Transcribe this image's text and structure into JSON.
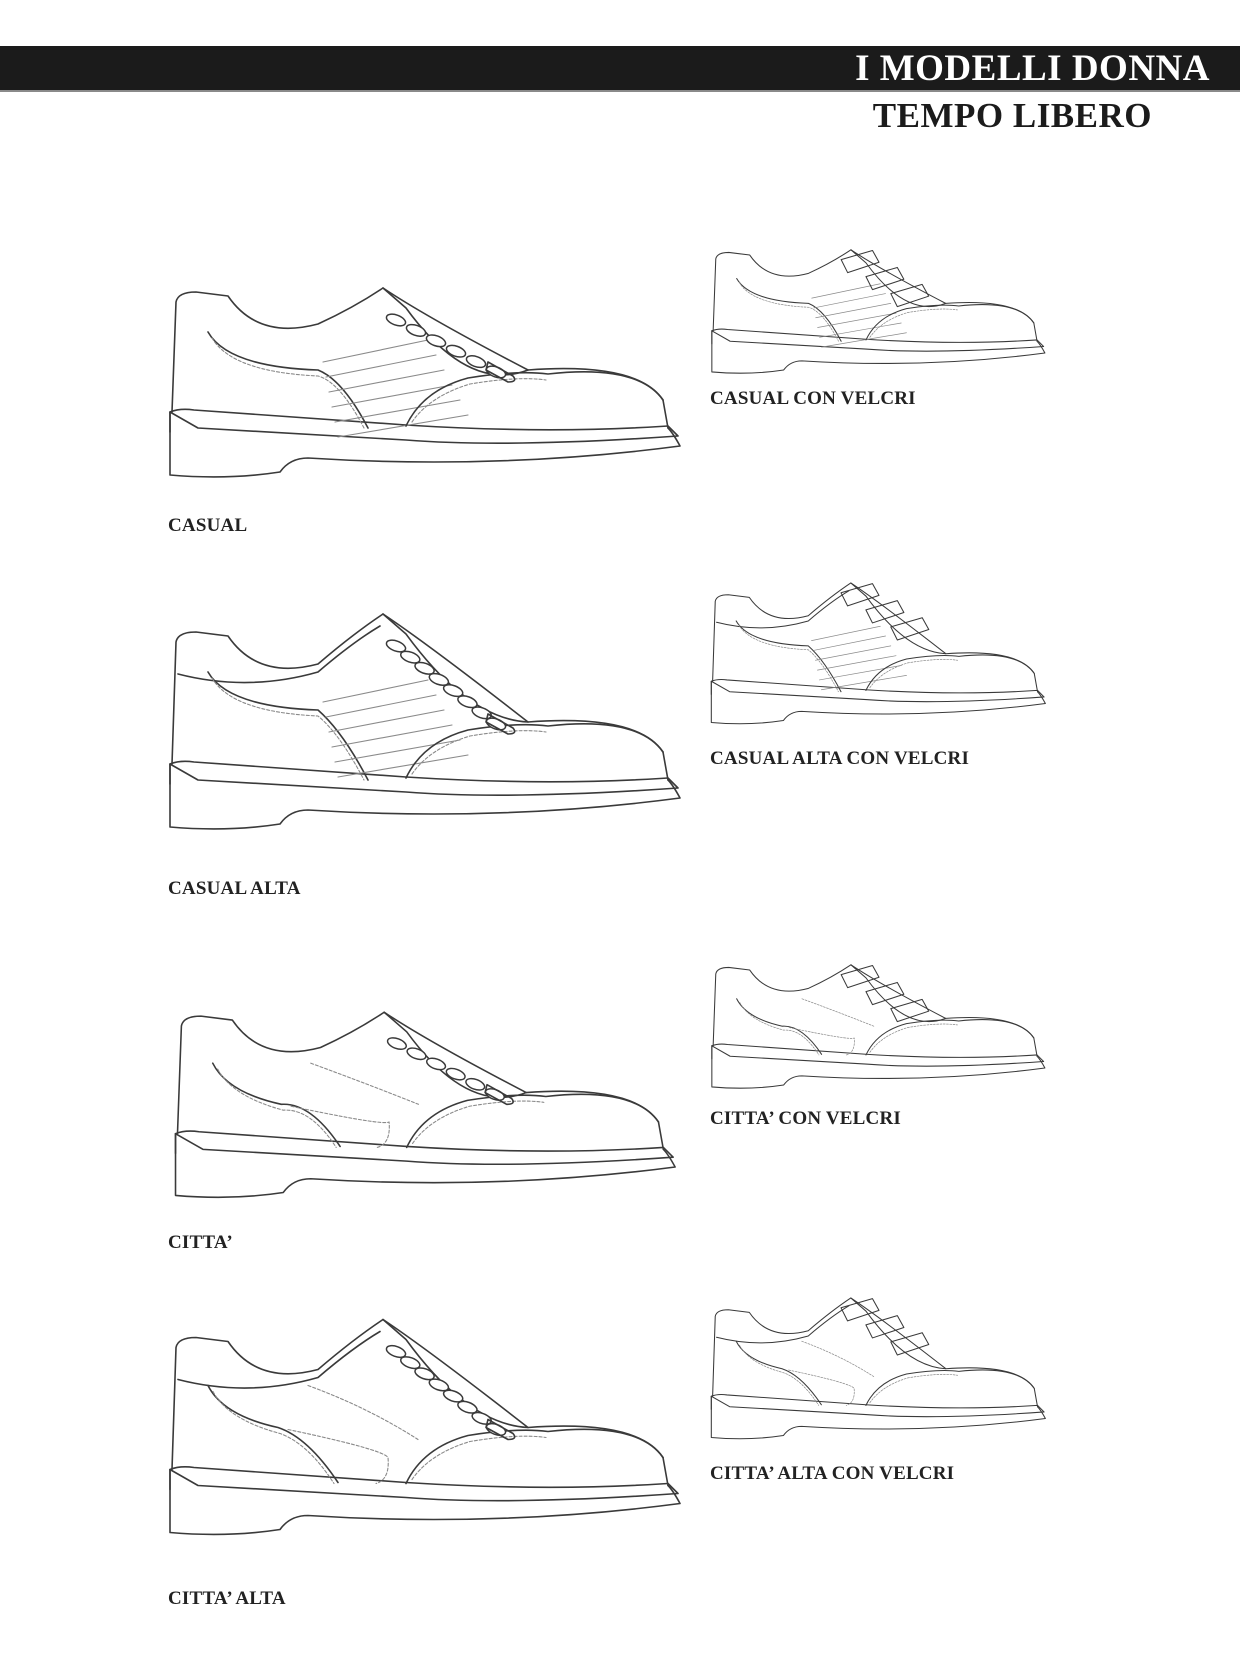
{
  "header": {
    "title": "I MODELLI DONNA",
    "subtitle": "TEMPO LIBERO"
  },
  "models": [
    {
      "label": "CASUAL",
      "variant": "casual-lace"
    },
    {
      "label": "CASUAL CON VELCRI",
      "variant": "casual-velcro"
    },
    {
      "label": "CASUAL ALTA",
      "variant": "casual-high-lace"
    },
    {
      "label": "CASUAL ALTA CON VELCRI",
      "variant": "casual-high-velcro"
    },
    {
      "label": "CITTA’",
      "variant": "city-lace"
    },
    {
      "label": "CITTA’ CON VELCRI",
      "variant": "city-velcro"
    },
    {
      "label": "CITTA’ ALTA",
      "variant": "city-high-lace"
    },
    {
      "label": "CITTA’ ALTA CON VELCRI",
      "variant": "city-high-velcro"
    }
  ],
  "colors": {
    "bar": "#1b1b1b",
    "line": "#3a3a3a",
    "stitch": "#8a8a8a"
  }
}
